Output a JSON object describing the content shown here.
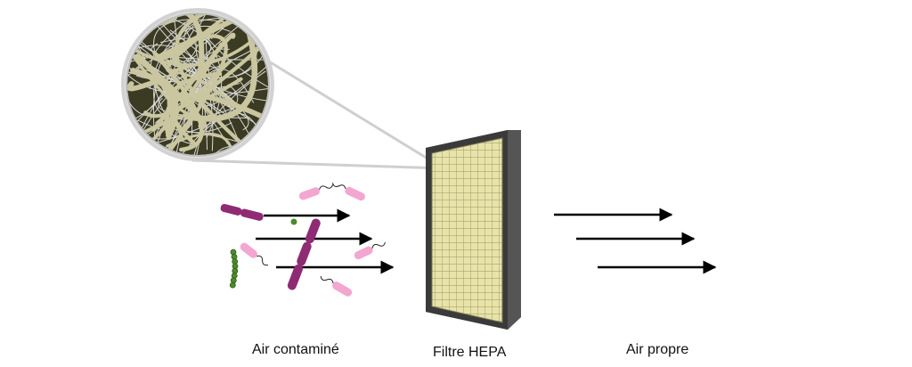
{
  "labels": {
    "contaminated_air": "Air contaminé",
    "filter": "Filtre HEPA",
    "clean_air": "Air propre"
  },
  "colors": {
    "arrow": "#000000",
    "filter_frame": "#3a3a3a",
    "filter_mesh": "#e8e3a8",
    "filter_grid": "#9a9468",
    "fiber_background": "#3b3a22",
    "fiber_light": "#c9c6a0",
    "fiber_white": "#ececec",
    "magnifier_ring": "#cfcfcf",
    "bacteria_magenta": "#8e2b73",
    "bacteria_pink": "#f2a6d0",
    "cocci_green": "#4e8a2c"
  },
  "icons": {
    "magnifier": "magnified-fiber-icon",
    "filter": "hepa-filter-icon",
    "rod_bacteria": "rod-bacteria-icon",
    "flagellated_bacteria": "flagellated-bacteria-icon",
    "cocci_chain": "cocci-chain-icon"
  }
}
